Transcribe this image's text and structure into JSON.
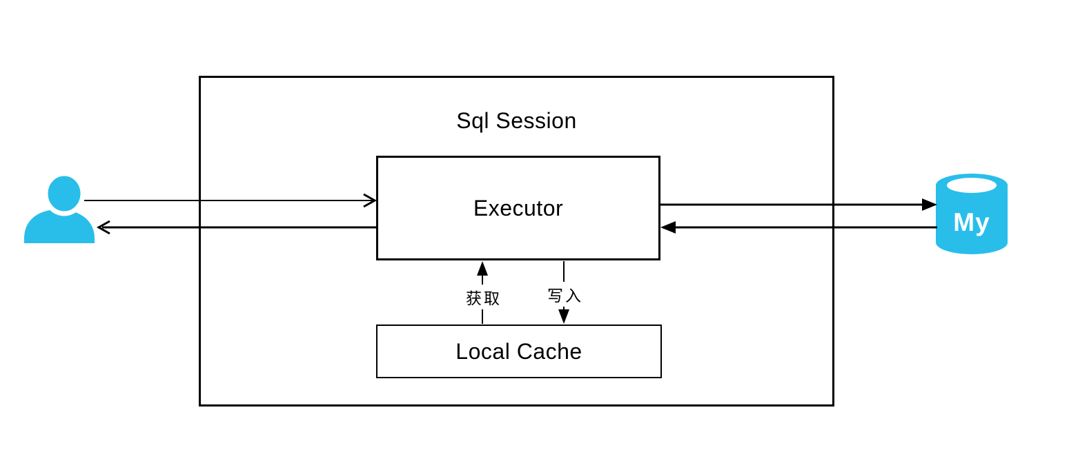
{
  "diagram": {
    "session_box": {
      "label": "Sql Session"
    },
    "executor_box": {
      "label": "Executor"
    },
    "local_cache_box": {
      "label": "Local Cache"
    },
    "mysql_icon": {
      "label": "My"
    },
    "arrow_labels": {
      "fetch": "获取",
      "write": "写入"
    },
    "colors": {
      "accent_cyan": "#29BEEA",
      "line": "#000000",
      "background": "#FFFFFF"
    },
    "graph": {
      "nodes": [
        {
          "id": "user",
          "kind": "actor-icon"
        },
        {
          "id": "sql-session",
          "kind": "container",
          "label": "Sql Session"
        },
        {
          "id": "executor",
          "kind": "box",
          "label": "Executor",
          "inside": "sql-session"
        },
        {
          "id": "local-cache",
          "kind": "box",
          "label": "Local Cache",
          "inside": "sql-session"
        },
        {
          "id": "mysql",
          "kind": "database-icon",
          "label": "My"
        }
      ],
      "edges": [
        {
          "from": "user",
          "to": "executor",
          "label": "",
          "head": "open"
        },
        {
          "from": "executor",
          "to": "user",
          "label": "",
          "head": "open"
        },
        {
          "from": "executor",
          "to": "mysql",
          "label": "",
          "head": "filled"
        },
        {
          "from": "mysql",
          "to": "executor",
          "label": "",
          "head": "filled"
        },
        {
          "from": "local-cache",
          "to": "executor",
          "label": "获取",
          "head": "filled"
        },
        {
          "from": "executor",
          "to": "local-cache",
          "label": "写入",
          "head": "filled"
        }
      ]
    }
  }
}
